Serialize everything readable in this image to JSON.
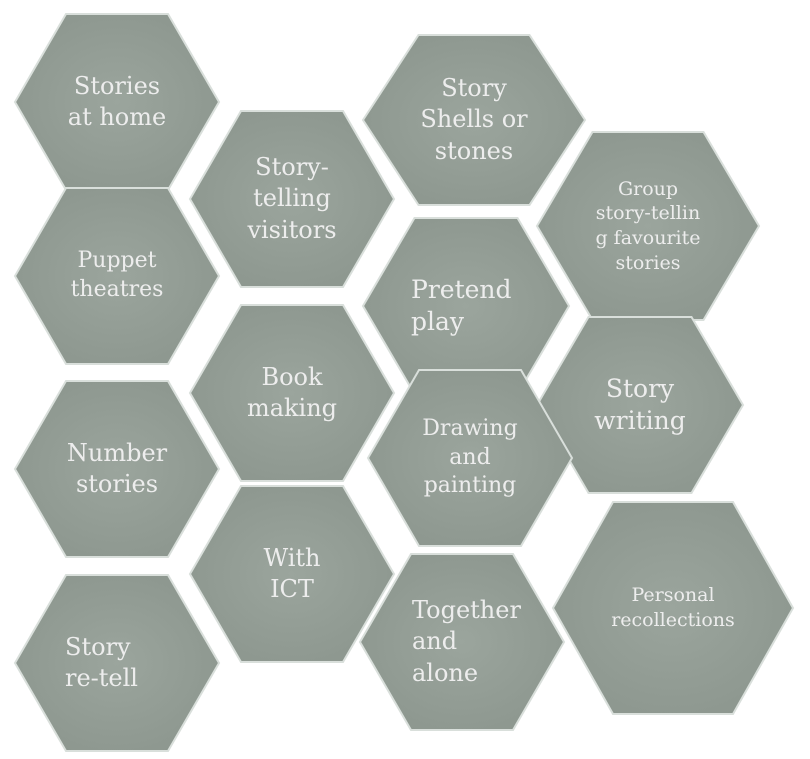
{
  "diagram": {
    "fill": "#959f97",
    "stroke": "#d9dfdb",
    "text_color": "#ededed",
    "hexagons": [
      {
        "id": "stories-at-home",
        "label": "Stories\nat home"
      },
      {
        "id": "story-shells",
        "label": "Story\nShells or\nstones"
      },
      {
        "id": "story-telling-visitors",
        "label": "Story-\ntelling\nvisitors"
      },
      {
        "id": "group-story-telling",
        "label": "Group\nstory-tellin\ng favourite\nstories"
      },
      {
        "id": "puppet-theatres",
        "label": "Puppet\ntheatres"
      },
      {
        "id": "pretend-play",
        "label": "Pretend\nplay"
      },
      {
        "id": "book-making",
        "label": "Book\nmaking"
      },
      {
        "id": "story-writing",
        "label": "Story\nwriting"
      },
      {
        "id": "number-stories",
        "label": "Number\nstories"
      },
      {
        "id": "drawing-painting",
        "label": "Drawing\nand\npainting"
      },
      {
        "id": "with-ict",
        "label": "With\nICT"
      },
      {
        "id": "personal-recollections",
        "label": "Personal\nrecollections"
      },
      {
        "id": "together-alone",
        "label": "Together\nand\nalone"
      },
      {
        "id": "story-retell",
        "label": "Story\nre-tell"
      }
    ]
  }
}
